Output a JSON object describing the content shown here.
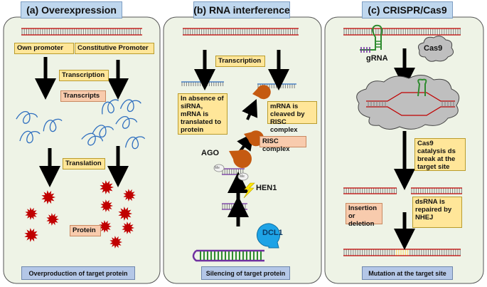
{
  "panels": {
    "overexpression": {
      "title": "(a) Overexpression",
      "own_promoter": "Own promoter",
      "constitutive_promoter": "Constitutive  Promoter",
      "transcription": "Transcription",
      "transcripts": "Transcripts",
      "translation": "Translation",
      "protein": "Protein",
      "footer": "Overproduction of target protein"
    },
    "rna_interference": {
      "title": "(b) RNA interference",
      "transcription": "Transcription",
      "absence_note": "In absence of siRNA, mRNA is translated to protein",
      "cleaved_note": "mRNA is cleaved by RISC complex",
      "risc_complex": "RISC complex",
      "ago": "AGO",
      "hen1": "HEN1",
      "dcl1": "DCL1",
      "me_left": "Me",
      "me_right": "Me",
      "footer": "Silencing of target protein"
    },
    "crispr": {
      "title": "(c) CRISPR/Cas9",
      "cas9": "Cas9",
      "grna": "gRNA",
      "cas9_note": "Cas9 catalysis ds break at the target site",
      "insertion_deletion": "Insertion or deletion",
      "dsrna_repaired": "dsRNA is repaired by NHEJ",
      "footer": "Mutation at the target site"
    }
  },
  "colors": {
    "panel_bg": "#eef3e6",
    "header_bg": "#bfd7ee",
    "label_yellow": "#ffe699",
    "label_pink": "#f8cbad",
    "footer_bg": "#b4c7e7",
    "dna_red": "#c00000",
    "protein_red": "#c00000",
    "transcript_blue": "#2f6fbf",
    "stem_green": "#2e8b2e",
    "ago_orange": "#c55a11",
    "dcl1_blue": "#1ea3e6",
    "hairpin_purple": "#7030a0",
    "mutation_yellow": "#ffd966"
  }
}
